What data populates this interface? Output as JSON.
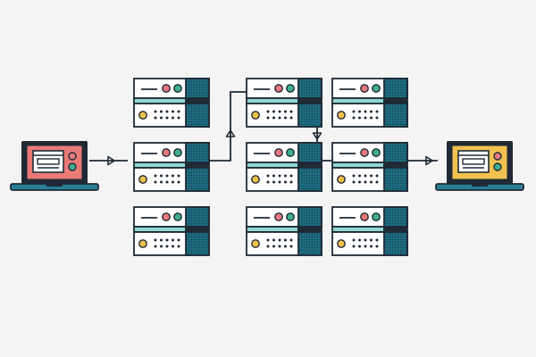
{
  "colors": {
    "background": "#f4f4f5",
    "outline": "#1f2a36",
    "panel": "#ffffff",
    "rack_dark": "#1e6b7f",
    "rack_light": "#8fd6d5",
    "led_red": "#e7787b",
    "led_green": "#3fae8e",
    "led_yellow": "#efc14a",
    "client_screen": "#ea7a78",
    "destination_screen": "#f1c24f",
    "laptop_base": "#2a7f97"
  },
  "icons": {
    "client": "laptop-icon",
    "destination": "laptop-icon",
    "node": "server-rack-icon",
    "connector": "arrow-head-icon"
  },
  "network": {
    "columns": 3,
    "rows": 3,
    "route": [
      "client-laptop",
      "server-1-2",
      "server-2-1",
      "server-3-2",
      "destination-laptop"
    ]
  }
}
